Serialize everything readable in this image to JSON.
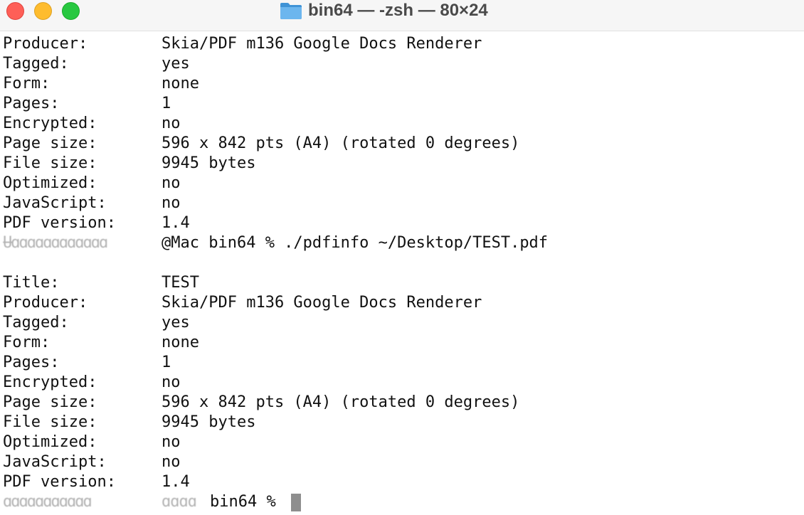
{
  "window": {
    "title": "bin64 — -zsh — 80×24",
    "folder_icon": "folder-icon",
    "colors": {
      "close": "#fe5f57",
      "minimize": "#febc2e",
      "maximize": "#28c840",
      "folder": "#5aa9e6"
    }
  },
  "terminal": {
    "block1": [
      {
        "key": "Producer:",
        "value": "Skia/PDF m136 Google Docs Renderer"
      },
      {
        "key": "Tagged:",
        "value": "yes"
      },
      {
        "key": "Form:",
        "value": "none"
      },
      {
        "key": "Pages:",
        "value": "1"
      },
      {
        "key": "Encrypted:",
        "value": "no"
      },
      {
        "key": "Page size:",
        "value": "596 x 842 pts (A4) (rotated 0 degrees)"
      },
      {
        "key": "File size:",
        "value": "9945 bytes"
      },
      {
        "key": "Optimized:",
        "value": "no"
      },
      {
        "key": "JavaScript:",
        "value": "no"
      },
      {
        "key": "PDF version:",
        "value": "1.4"
      }
    ],
    "command_prompt": {
      "redacted_user": "Ʉɑɑɑɑɑɑɑɑɑɑɑɑ",
      "text": "@Mac bin64 % ./pdfinfo ~/Desktop/TEST.pdf"
    },
    "block2": [
      {
        "key": "Title:",
        "value": "TEST"
      },
      {
        "key": "Producer:",
        "value": "Skia/PDF m136 Google Docs Renderer"
      },
      {
        "key": "Tagged:",
        "value": "yes"
      },
      {
        "key": "Form:",
        "value": "none"
      },
      {
        "key": "Pages:",
        "value": "1"
      },
      {
        "key": "Encrypted:",
        "value": "no"
      },
      {
        "key": "Page size:",
        "value": "596 x 842 pts (A4) (rotated 0 degrees)"
      },
      {
        "key": "File size:",
        "value": "9945 bytes"
      },
      {
        "key": "Optimized:",
        "value": "no"
      },
      {
        "key": "JavaScript:",
        "value": "no"
      },
      {
        "key": "PDF version:",
        "value": "1.4"
      }
    ],
    "final_prompt": {
      "redacted_user": "ɑɑɑɑɑɑɑɑɑɑɑ",
      "redacted_host": "ɑɑɑɑ",
      "text": "bin64 %"
    }
  }
}
